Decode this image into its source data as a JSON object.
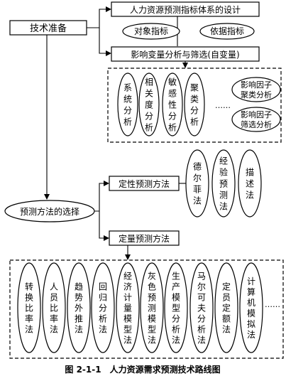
{
  "nodes": {
    "tech_prep": "技术准备",
    "indicator_design": "人力资源预测指标体系的设计",
    "object_indicator": "对象指标",
    "basis_indicator": "依据指标",
    "variable_analysis": "影响变量分析与筛选(自变量)",
    "method_selection": "预测方法的选择",
    "qualitative": "定性预测方法",
    "quantitative": "定量预测方法"
  },
  "analysis_methods": [
    "系统分析",
    "相关度分析",
    "敏感性分析",
    "聚类分析"
  ],
  "analysis_right": [
    "影响因子聚类分析",
    "影响因子筛选分析"
  ],
  "qualitative_methods": [
    "德尔菲法",
    "经验预测法",
    "描述法"
  ],
  "quantitative_methods": [
    "转换比率法",
    "人员比率法",
    "趋势外推法",
    "回归分析法",
    "经济计量模型法",
    "灰色预测模型法",
    "生产模型分析法",
    "马尔可夫分析法",
    "定员定额法",
    "计算机模拟法"
  ],
  "ellipsis": "……",
  "caption": "图 2-1-1　人力资源需求预测技术路线图"
}
